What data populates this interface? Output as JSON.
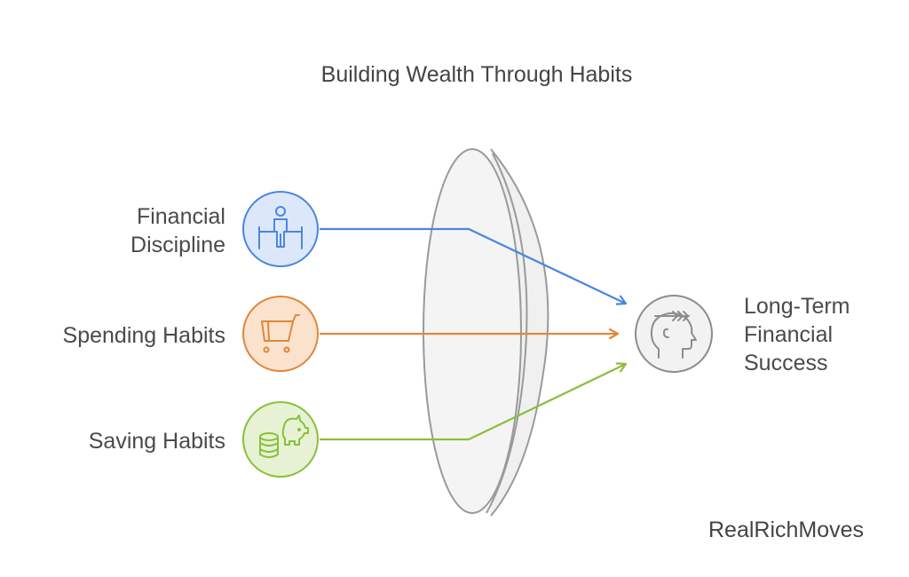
{
  "title": "Building Wealth Through Habits",
  "inputs": [
    {
      "label_line1": "Financial",
      "label_line2": "Discipline",
      "icon": "person-barrier-icon",
      "color": "#4a86e0",
      "fill": "#dce8fa"
    },
    {
      "label_line1": "Spending Habits",
      "label_line2": "",
      "icon": "shopping-cart-icon",
      "color": "#e0873a",
      "fill": "#fae2cd"
    },
    {
      "label_line1": "Saving Habits",
      "label_line2": "",
      "icon": "piggy-bank-coins-icon",
      "color": "#8bbf3c",
      "fill": "#e6f2d3"
    }
  ],
  "outcome": {
    "label_line1": "Long-Term",
    "label_line2": "Financial",
    "label_line3": "Success",
    "icon": "head-arrow-icon",
    "color": "#8c8c8c",
    "fill": "#f2f2f2"
  },
  "lens": {
    "color": "#9a9a9a",
    "fill": "#f4f4f4"
  },
  "brand": "RealRichMoves"
}
